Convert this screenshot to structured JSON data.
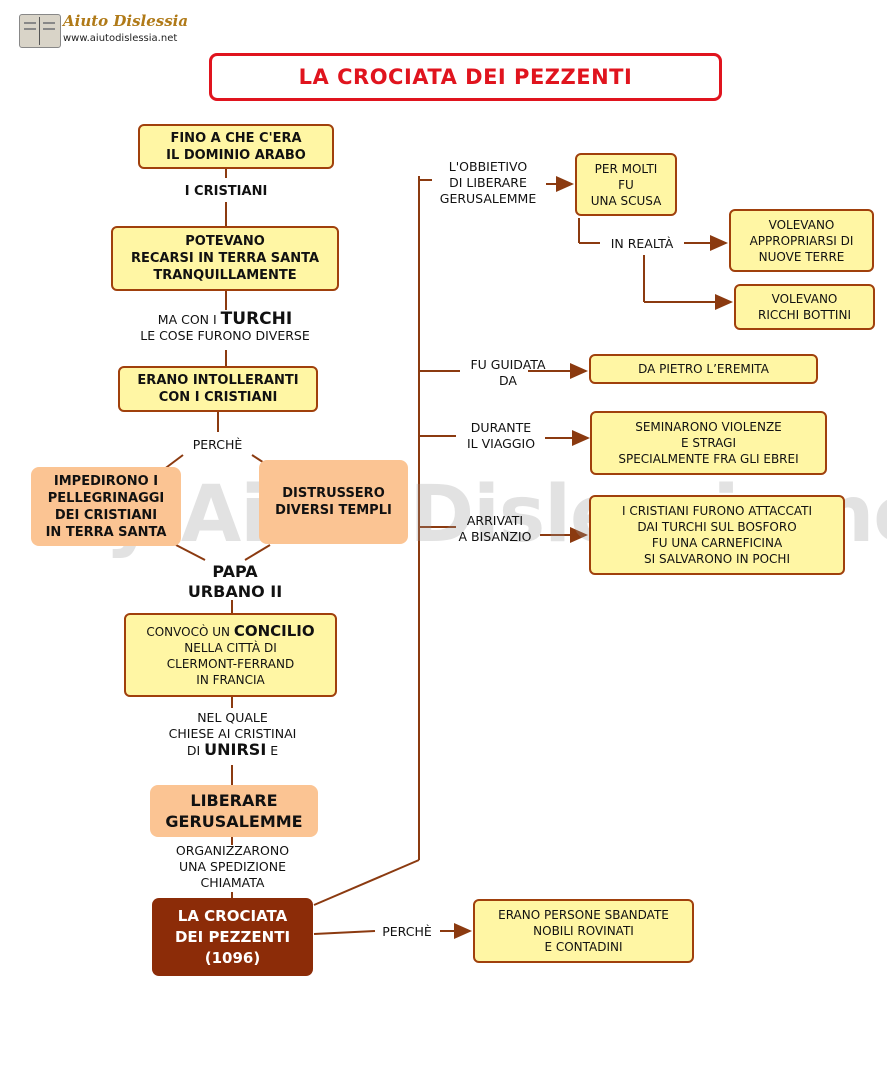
{
  "header": {
    "logo_text": "Aiuto Dislessia",
    "url": "www.aiutodislessia.net"
  },
  "watermark": "by AiutoDislessia.net",
  "title": "LA CROCIATA DEI PEZZENTI",
  "left": {
    "box1": [
      "FINO A CHE C'ERA",
      "IL DOMINIO ARABO"
    ],
    "label1": "I CRISTIANI",
    "box2": [
      "POTEVANO",
      "RECARSI IN TERRA SANTA",
      "TRANQUILLAMENTE"
    ],
    "label2_pre": "MA CON I ",
    "label2_bold": "TURCHI",
    "label2_line2": "LE COSE FURONO DIVERSE",
    "box3": [
      "ERANO INTOLLERANTI",
      "CON I CRISTIANI"
    ],
    "label3": "PERCHÈ",
    "box4a": [
      "IMPEDIRONO  I",
      "PELLEGRINAGGI",
      "DEI CRISTIANI",
      "IN TERRA SANTA"
    ],
    "box4b": [
      "DISTRUSSERO",
      "DIVERSI TEMPLI"
    ],
    "pope": [
      "PAPA",
      "URBANO II"
    ],
    "box5_pre": "CONVOCÒ UN ",
    "box5_bold": "CONCILIO",
    "box5_rest": [
      "NELLA CITTÀ DI",
      "CLERMONT-FERRAND",
      "IN  FRANCIA"
    ],
    "label5_line1": "NEL QUALE",
    "label5_line2": "CHIESE AI CRISTINAI",
    "label5_pre": "DI ",
    "label5_bold": "UNIRSI",
    "label5_post": " E",
    "box6": [
      "LIBERARE",
      "GERUSALEMME"
    ],
    "label6": [
      "ORGANIZZARONO",
      "UNA SPEDIZIONE",
      "CHIAMATA"
    ],
    "main": [
      "LA CROCIATA",
      "DEI PEZZENTI",
      "(1096)"
    ],
    "label7": "PERCHÈ",
    "box7": [
      "ERANO PERSONE SBANDATE",
      "NOBILI ROVINATI",
      "E CONTADINI"
    ]
  },
  "right": {
    "label_obj": [
      "L'OBBIETIVO",
      "DI LIBERARE",
      "GERUSALEMME"
    ],
    "box_scusa": [
      "PER MOLTI",
      "FU",
      "UNA SCUSA"
    ],
    "label_realta": "IN REALTÀ",
    "box_terre": [
      "VOLEVANO",
      "APPROPRIARSI DI",
      "NUOVE TERRE"
    ],
    "box_bottini": [
      "VOLEVANO",
      "RICCHI BOTTINI"
    ],
    "label_guida": [
      "FU GUIDATA",
      "DA"
    ],
    "box_pietro": "DA PIETRO L’EREMITA",
    "label_viaggio": [
      "DURANTE",
      "IL VIAGGIO"
    ],
    "box_violenze": [
      "SEMINARONO VIOLENZE",
      "E STRAGI",
      "SPECIALMENTE FRA GLI EBREI"
    ],
    "label_bisanzio": [
      "ARRIVATI",
      "A BISANZIO"
    ],
    "box_bisanzio": [
      "I CRISTIANI FURONO ATTACCATI",
      "DAI TURCHI SUL BOSFORO",
      "FU UNA CARNEFICINA",
      "SI SALVARONO IN POCHI"
    ]
  },
  "colors": {
    "title_red": "#e0141e",
    "connector_brown": "#8b3a10",
    "box_yellow": "#fff6a4",
    "box_peach": "#fbc493",
    "main_box": "#8c2c08"
  }
}
